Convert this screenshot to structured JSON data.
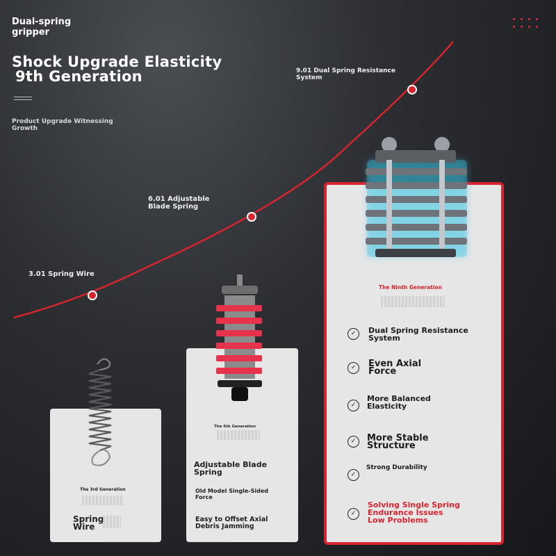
{
  "header": {
    "subtitle": "Dual-spring\ngripper",
    "title_line1": "Shock Upgrade Elasticity",
    "title_line2": "9th Generation",
    "tagline": "Product Upgrade Witnessing\nGrowth"
  },
  "milestones": [
    {
      "label": "3.01 Spring Wire"
    },
    {
      "label": "6.01 Adjustable\nBlade Spring"
    },
    {
      "label": "9.01 Dual Spring Resistance\nSystem"
    }
  ],
  "cards": {
    "gen3": {
      "generation": "The 3rd Generation",
      "name": "Spring\nWire"
    },
    "gen6": {
      "generation": "The 6th Generation",
      "name": "Adjustable Blade\nSpring",
      "desc1": "Old Model Single-Sided\nForce",
      "desc2": "Easy to Offset Axial\nDebris Jamming"
    },
    "gen9": {
      "generation": "The Ninth Generation",
      "features": [
        {
          "text": "Dual Spring Resistance\nSystem"
        },
        {
          "text": "Even Axial\nForce"
        },
        {
          "text": "More Balanced\nElasticity"
        },
        {
          "text": "More Stable\nStructure"
        },
        {
          "text": "Strong Durability"
        },
        {
          "text": "Solving Single Spring\nEndurance Issues\nLow Problems"
        }
      ],
      "check_glyph": "✓"
    }
  },
  "colors": {
    "accent": "#d8242e",
    "glow": "#39c6e6"
  }
}
